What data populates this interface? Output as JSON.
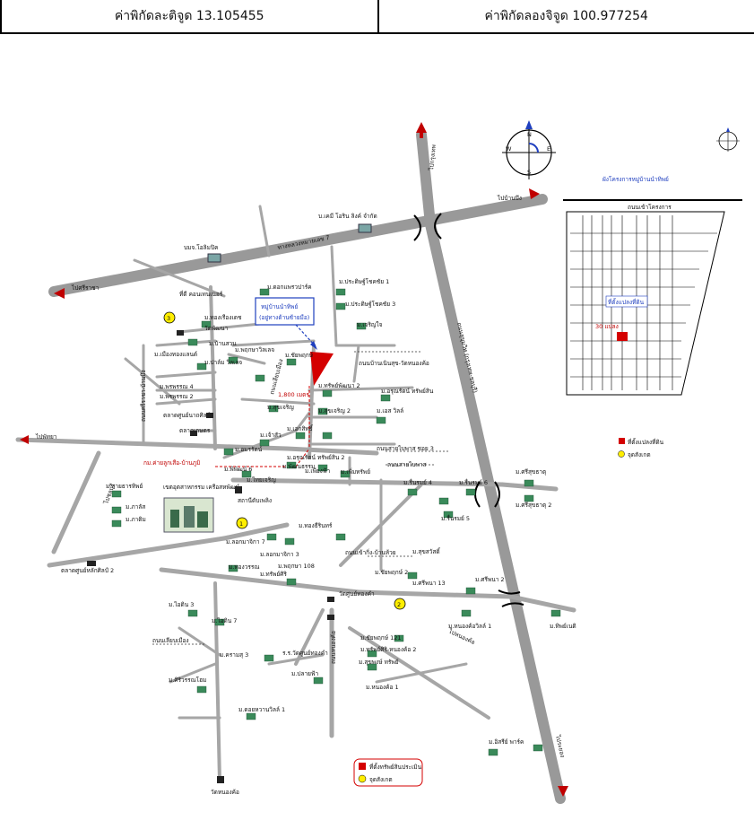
{
  "header": {
    "latitude_label": "ค่าพิกัดละติจูด 13.105455",
    "longitude_label": "ค่าพิกัดลองจิจูด 100.977254"
  },
  "colors": {
    "road": "#a6a6a6",
    "highway": "#8c8c8c",
    "target": "#d40000",
    "callout_border": "#1f3fbf",
    "legend_border": "#d40000",
    "poi_marker": "#ffee00",
    "house_icon": "#3a8a5a"
  },
  "map": {
    "roads": {
      "main_vertical": "ถนนสุขุมวิท (กรุงเทพ-ชลบุรี)",
      "main_horizontal": "ทางหลวงหมายเลข 7",
      "to_bangkok": "ไปกรุงเทพ",
      "to_chonburi": "ไปชลบุรี",
      "to_pattaya": "ไปพัทยา",
      "to_sri_racha": "ไปศรีราชา",
      "to_ban_bueng": "ไปบ้านบึง",
      "to_nong_kho": "ไปหนองค้อ",
      "to_rayong": "ไประยอง"
    },
    "callout": {
      "line1": "หมู่บ้านนำทิพย์",
      "line2": "(อยู่ทางด้านซ้ายมือ)"
    },
    "distance": "1,800 เมตร",
    "route_label": "กม.ค่ายลูกเสือ-บ้านภูมิ",
    "dotted_labels": [
      "ถนนบ้านเนินสุข-วัดหนองค้อ",
      "ถนนสายไบพาส ซอย 3",
      "ถนนสายไบพาส",
      "ถนนเลียบเมือง",
      "ถนนเข้ากิ่ง-บ้านห้วย"
    ],
    "side_labels": [
      "ถนนศรีราชา-บ้านบึง",
      "ถนนเลียบเมือง",
      "ถนนหนองค้อ"
    ],
    "places": [
      "บ.เคมี โอริน ลิงค์ จำกัด",
      "บมจ.โอลิมปิค",
      "ที่ดี คอนเทนเนอร์",
      "ม.ดอกแพรวปาร์ค",
      "ม.ประดิษฐ์โชคชัย 1",
      "ม.ประดิษฐ์โชคชัย 3",
      "ม.ทองเรืองเดช",
      "วัดพัฒนา",
      "ม.เจริญใจ",
      "ม.เมืองทองแลนด์",
      "ม.ปาล์ม วิลเลจ",
      "ม.พฤกษาวิลเลจ",
      "ม.ชัยพฤกษ์",
      "ม.ทรัพย์พัฒนา 2",
      "ม.บ้านสวน",
      "ม.พรพรรณ 4",
      "ม.พรพรรณ 2",
      "ตลาดศูนย์นาถศิลป์",
      "ม.อมรรัตน์",
      "ม.เอกสิทธิ์",
      "ม.อรุณรัตน์ ทรัพย์สิน",
      "ม.สุขเจริญ 2",
      "ม.สุขเจริญ",
      "ม.เอส วิลล์",
      "ม.เจ้าสัว",
      "ม.ไทยเจริญ",
      "ม.อรุณรัตน์ ทรัพย์สิน 2",
      "ม.เพียงฟ้า",
      "ม.พิพัฒน์ 6",
      "ม.เพิ่มทรัพย์",
      "ม.พัฒนธรรม",
      "ม.รื่นรมย์ 4",
      "ม.รื่นรมย์ 6",
      "ม.รื่นรมย์ 5",
      "ม.ศรีสุขธาตุ",
      "ม.ศรีสุขธาตุ 2",
      "ม.สายธารทิพย์",
      "ม.ภาลัส",
      "ม.ภาติม",
      "ม.ทองธีรินทร์",
      "ม.ลอกมาจิกา 7",
      "ม.ลอกมาจิกา 3",
      "ม.ทองวรรณ",
      "ม.พฤกษา 108",
      "ม.ทรัพย์ศิริ",
      "ม.สุขสวัสดิ์",
      "ม.ชัยพฤกษ์ 2",
      "ม.ศรีพนา 13",
      "ม.ศรีพนา 2",
      "ม.หนองค้อวิลล์ 1",
      "ม.ชัยพฤกษ์ 121",
      "ม.ทรัพย์ศิริ-หนองค้อ 2",
      "ม.สุขพงษ์ ทรัพย์",
      "ม.ไอดิน 3",
      "ม.ไอดิน 7",
      "ม.ปลายฟ้า",
      "ม.ครามสุ 3",
      "ม.ศิริวรรณโฮม",
      "ม.ดอยหวานวิลล์ 1",
      "ม.ทิพย์เนติ",
      "ม.อิสรีย์ พาร์ค",
      "ม.หนองค้อ 1",
      "วัดศูนย์ทองคำ",
      "วัดหนองค้อ",
      "เขตอุตสาหกรรม เครือสหพัฒน์",
      "สถานีดับเพลิง",
      "ตลาดเกษตร",
      "ตลาดศูนย์หลักศิลป์ 2",
      "ร.ร.วัดศูนย์ทองคำ"
    ],
    "poi_numbers": [
      "1",
      "2",
      "3"
    ]
  },
  "compass": {
    "n": "N",
    "s": "S",
    "e": "E",
    "w": "W"
  },
  "inset": {
    "title": "ผังโครงการหมู่บ้านนำทิพย์",
    "road_label": "ถนนเข้าโครงการ",
    "unit_label": "30 แปลง",
    "plot_label": "ที่ตั้งแปลงที่ดิน",
    "legend_plot": "ที่ตั้งแปลงที่ดิน",
    "legend_poi": "จุดสังเกต"
  },
  "legend": {
    "target_label": "ที่ตั้งทรัพย์สินประเมิน",
    "poi_label": "จุดสังเกต"
  }
}
